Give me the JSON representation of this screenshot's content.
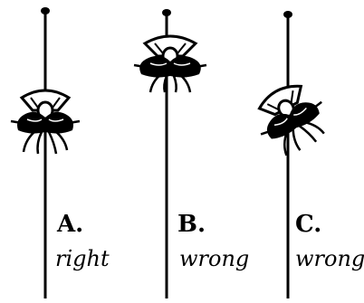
{
  "panels": [
    {
      "id": "A",
      "letter": "A.",
      "verdict": "right"
    },
    {
      "id": "B",
      "letter": "B.",
      "verdict": "wrong"
    },
    {
      "id": "C",
      "letter": "C.",
      "verdict": "wrong"
    }
  ],
  "colors": {
    "ink": "#000000",
    "background": "#ffffff"
  },
  "icons": {
    "insect": "pinned-insect-icon",
    "pin": "insect-pin-icon"
  }
}
